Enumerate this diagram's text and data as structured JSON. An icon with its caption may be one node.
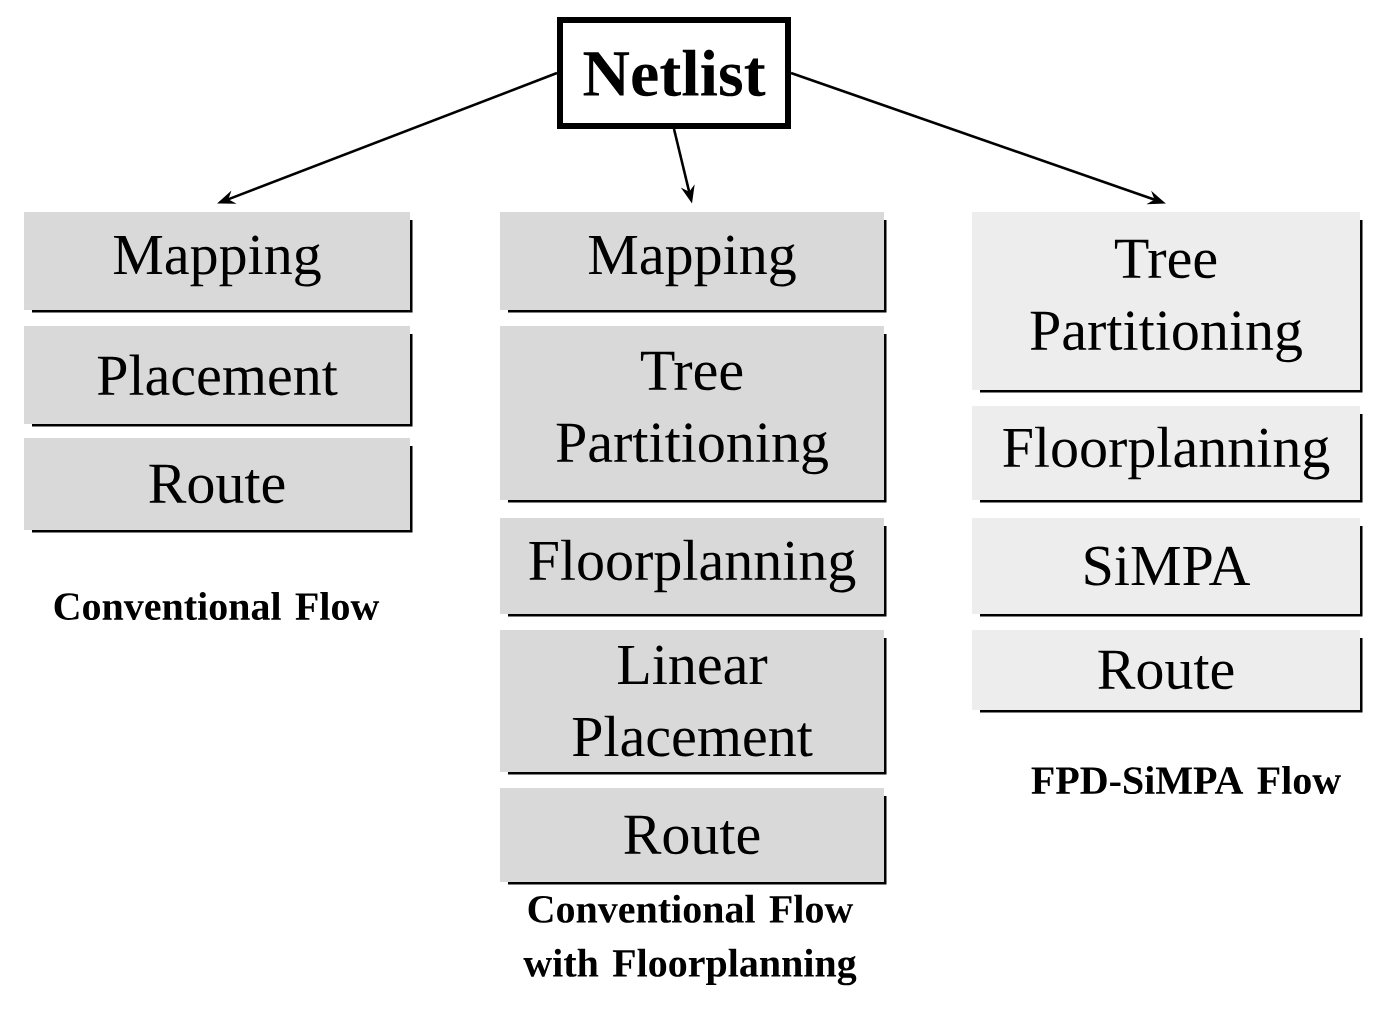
{
  "diagram": {
    "nodes": [
      {
        "text": [
          "Netlist"
        ]
      },
      {
        "text": [
          "Mapping"
        ]
      },
      {
        "text": [
          "Placement"
        ]
      },
      {
        "text": [
          "Route"
        ]
      },
      {
        "text": [
          "Mapping"
        ]
      },
      {
        "text": [
          "Tree Partitioning"
        ]
      },
      {
        "text": [
          "Floorplanning"
        ]
      },
      {
        "text": [
          "Linear Placement"
        ]
      },
      {
        "text": [
          "Route"
        ]
      },
      {
        "text": [
          "Tree Partitioning"
        ]
      },
      {
        "text": [
          "Floorplanning"
        ]
      },
      {
        "text": [
          "SiMPA"
        ]
      },
      {
        "text": [
          "Route"
        ]
      }
    ],
    "edges": [
      {
        "from": 0,
        "to": 1,
        "arrow": "to"
      },
      {
        "from": 0,
        "to": 4,
        "arrow": "to"
      },
      {
        "from": 0,
        "to": 9,
        "arrow": "to"
      }
    ],
    "labels": [
      "Conventional Flow",
      "Conventional Flow with Floorplanning",
      "FPD-SiMPA Flow"
    ]
  }
}
